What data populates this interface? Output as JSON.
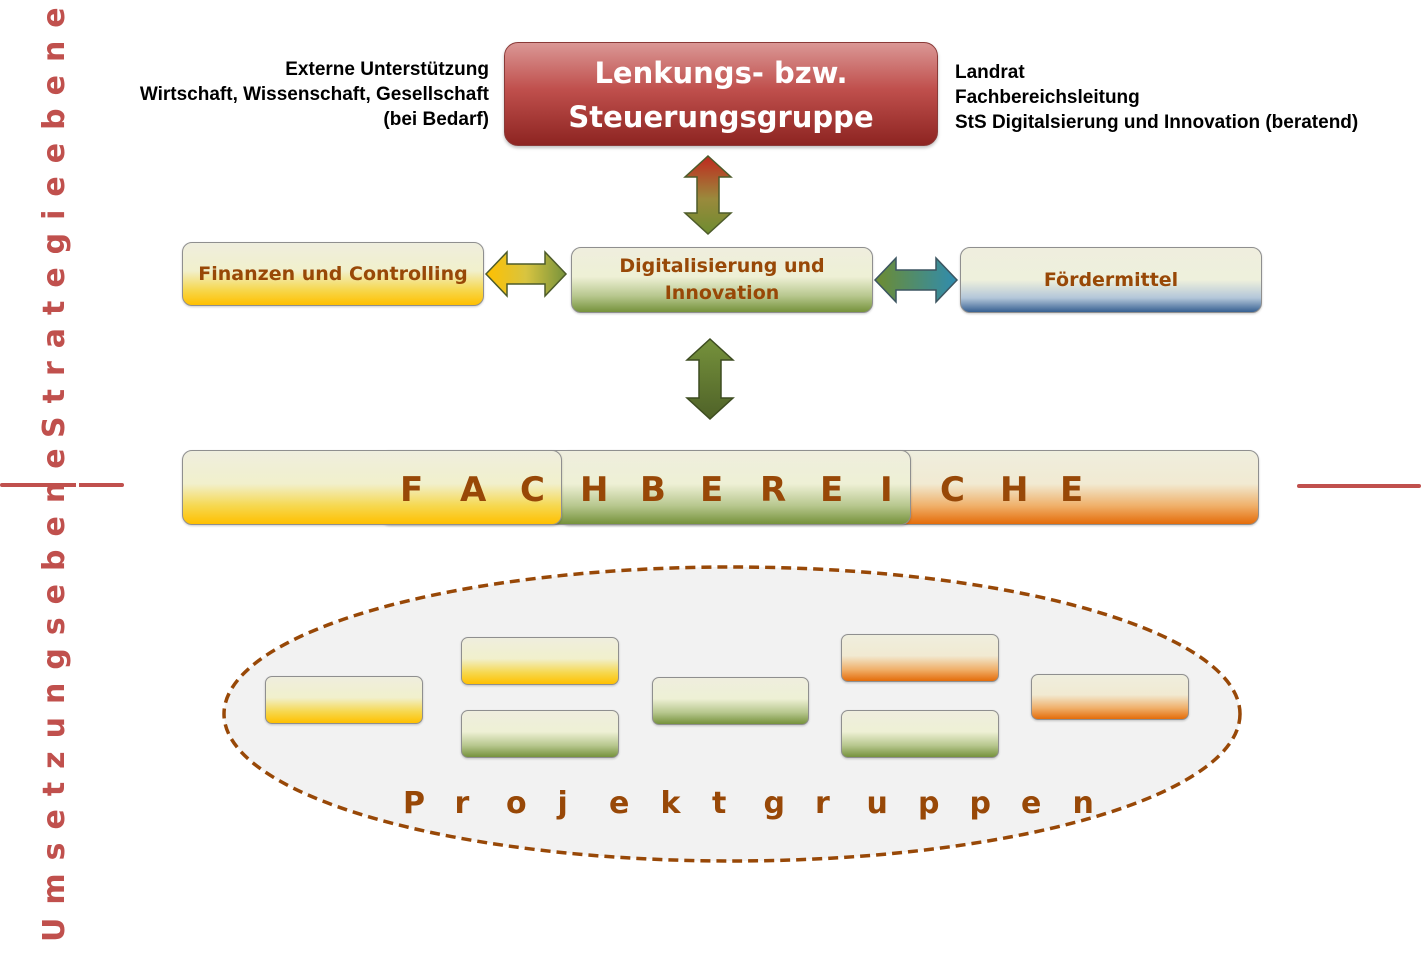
{
  "strategy_label": "Strategieebene",
  "implementation_label": "Umsetzungsebene",
  "steering_group": {
    "line1": "Lenkungs- bzw.",
    "line2": "Steuerungsgruppe"
  },
  "external_support": {
    "line1": "Externe Unterstützung",
    "line2": "Wirtschaft, Wissenschaft, Gesellschaft",
    "line3": "(bei Bedarf)"
  },
  "members": {
    "line1": "Landrat",
    "line2": "Fachbereichsleitung",
    "line3": "StS Digitalsierung und Innovation (beratend)"
  },
  "finance_box": "Finanzen und Controlling",
  "digital_box": {
    "line1": "Digitalisierung und",
    "line2": "Innovation"
  },
  "funding_box": "Fördermittel",
  "departments_letters": [
    "F",
    "A",
    "C",
    "H",
    "B",
    "E",
    "R",
    "E",
    "I",
    "C",
    "H",
    "E"
  ],
  "project_groups_letters": [
    "P",
    "r",
    "o",
    "j",
    "e",
    "k",
    "t",
    "g",
    "r",
    "u",
    "p",
    "p",
    "e",
    "n"
  ],
  "colors": {
    "accent_red": "#c0504d",
    "text_brown": "#984807",
    "yellow": "#ffc000",
    "green": "#76923c",
    "orange": "#e46c0a",
    "blue": "#376092",
    "ellipse_dash": "#984807"
  }
}
